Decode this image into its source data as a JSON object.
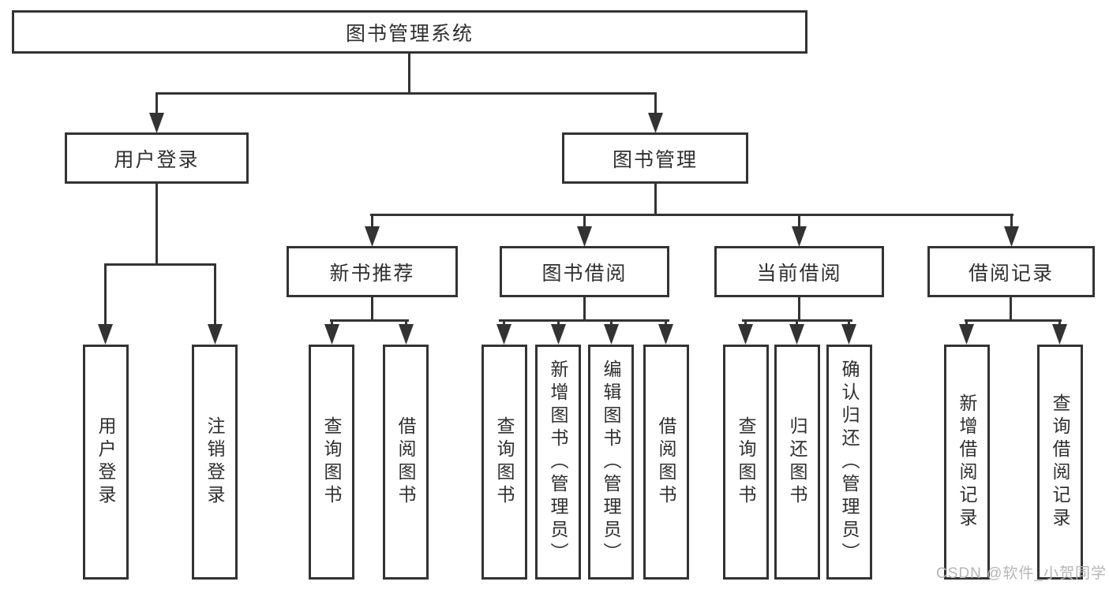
{
  "tree": {
    "root": "图书管理系统",
    "user_login": {
      "label": "用户登录",
      "children": [
        "用户登录",
        "注销登录"
      ]
    },
    "book_mgmt": {
      "label": "图书管理",
      "sections": [
        {
          "label": "新书推荐",
          "children": [
            "查询图书",
            "借阅图书"
          ]
        },
        {
          "label": "图书借阅",
          "children": [
            "查询图书",
            "新增图书（管理员）",
            "编辑图书（管理员）",
            "借阅图书"
          ]
        },
        {
          "label": "当前借阅",
          "children": [
            "查询图书",
            "归还图书",
            "确认归还（管理员）"
          ]
        },
        {
          "label": "借阅记录",
          "children": [
            "新增借阅记录",
            "查询借阅记录"
          ]
        }
      ]
    }
  },
  "watermark": "CSDN @软件_小贺同学",
  "colors": {
    "line": "#333333",
    "text": "#2f2f2f",
    "background": "#ffffff",
    "watermark": "#b5b5b5"
  }
}
